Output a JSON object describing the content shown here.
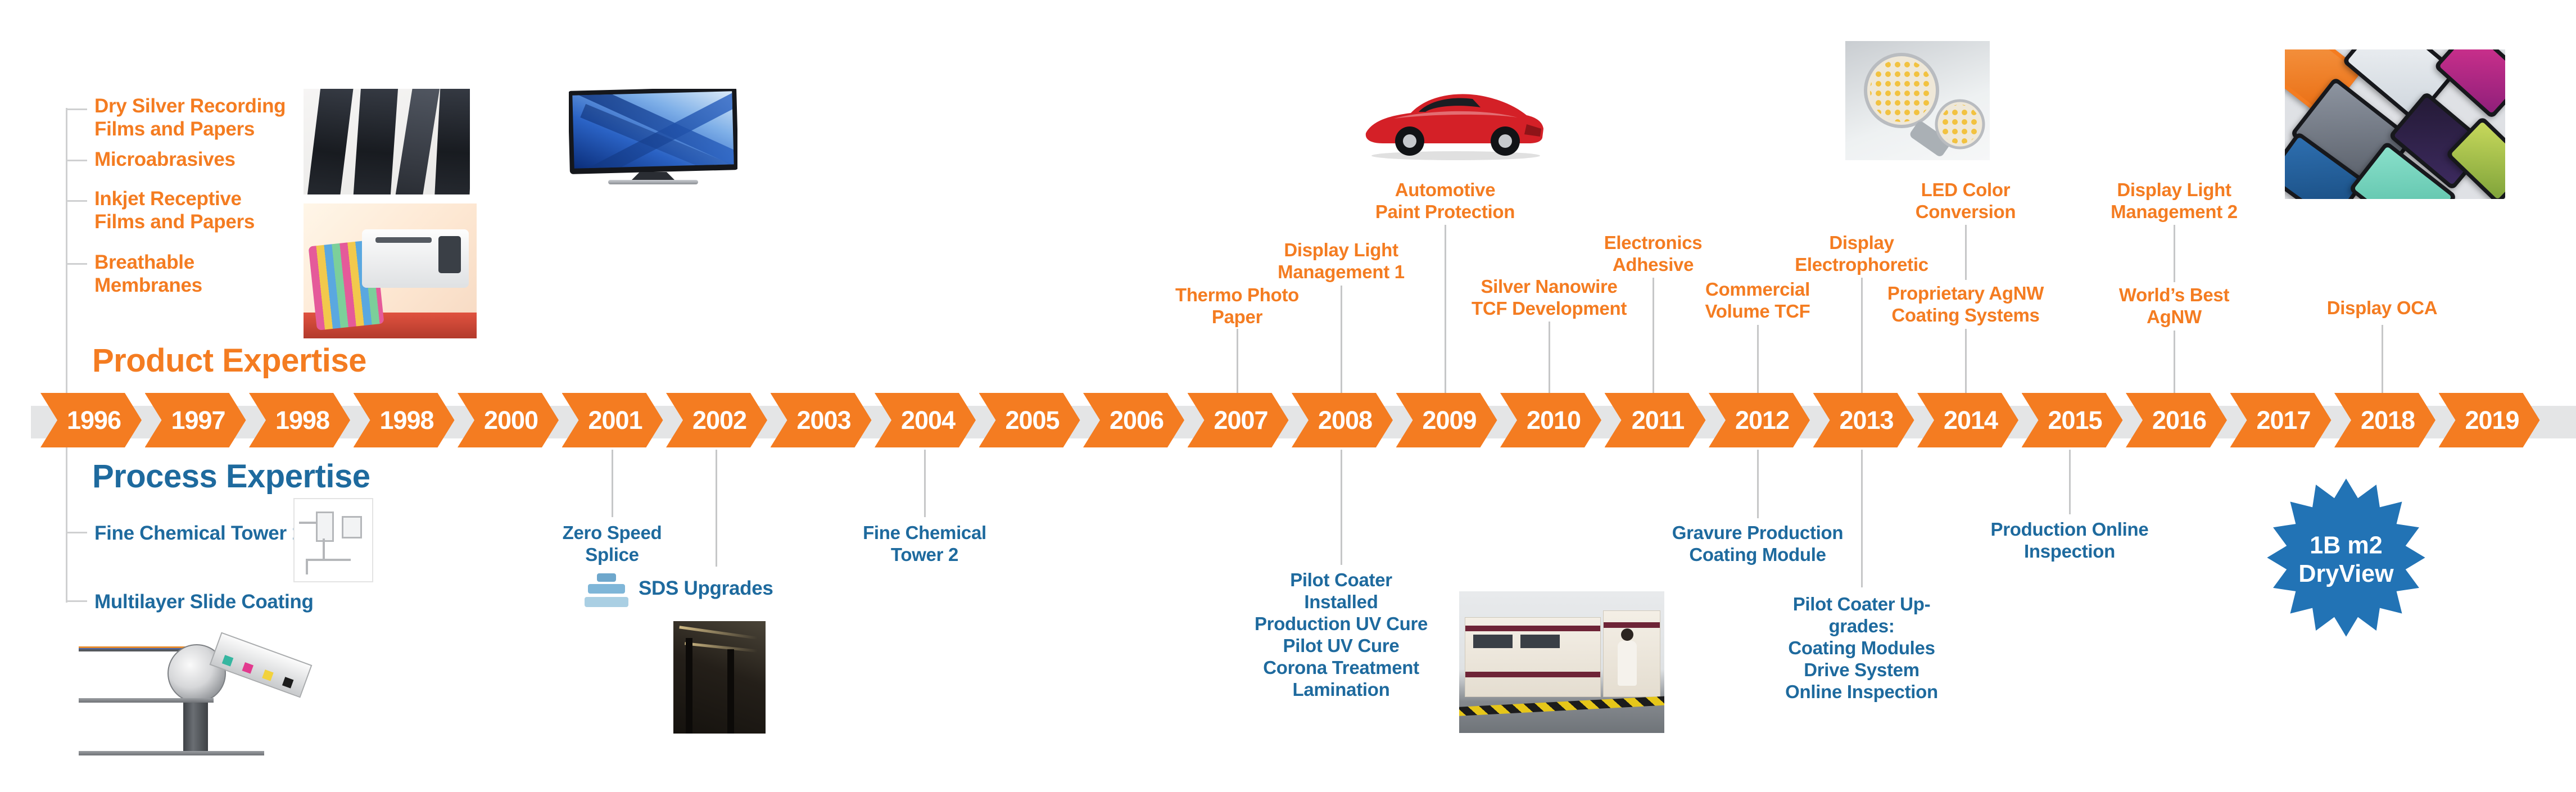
{
  "colors": {
    "orange": "#F47C21",
    "blue": "#1E6A9E",
    "badge_blue": "#2273B5",
    "timeline_gray": "#E4E5E6",
    "connector_gray": "#C6C7C8"
  },
  "timeline": {
    "years": [
      "1996",
      "1997",
      "1998",
      "1998",
      "2000",
      "2001",
      "2002",
      "2003",
      "2004",
      "2005",
      "2006",
      "2007",
      "2008",
      "2009",
      "2010",
      "2011",
      "2012",
      "2013",
      "2014",
      "2015",
      "2016",
      "2017",
      "2018",
      "2019"
    ]
  },
  "product": {
    "heading": "Product Expertise",
    "left_items": [
      {
        "label": "Dry Silver Recording\nFilms and Papers"
      },
      {
        "label": "Microabrasives"
      },
      {
        "label": "Inkjet Receptive\nFilms and Papers"
      },
      {
        "label": "Breathable\nMembranes"
      }
    ],
    "events": [
      {
        "label": "Thermo Photo\nPaper",
        "year": "2007"
      },
      {
        "label": "Display Light\nManagement 1",
        "year": "2008"
      },
      {
        "label": "Automotive\nPaint Protection",
        "year": "2009"
      },
      {
        "label": "Silver Nanowire\nTCF Development",
        "year": "2010"
      },
      {
        "label": "Electronics\nAdhesive",
        "year": "2011"
      },
      {
        "label": "Commercial\nVolume TCF",
        "year": "2012"
      },
      {
        "label": "Display\nElectrophoretic",
        "year": "2013"
      },
      {
        "label": "LED Color\nConversion",
        "year": "2014"
      },
      {
        "label": "Proprietary AgNW\nCoating Systems",
        "year": "2014"
      },
      {
        "label": "Display Light\nManagement 2",
        "year": "2016"
      },
      {
        "label": "World’s Best\nAgNW",
        "year": "2016"
      },
      {
        "label": "Display OCA",
        "year": "2018"
      }
    ]
  },
  "process": {
    "heading": "Process Expertise",
    "left_items": [
      {
        "label": "Fine Chemical Tower 1"
      },
      {
        "label": "Multilayer Slide Coating"
      }
    ],
    "events": [
      {
        "label": "Zero Speed\nSplice",
        "year": "2001"
      },
      {
        "label": "SDS Upgrades",
        "year": "2002"
      },
      {
        "label": "Fine Chemical\nTower 2",
        "year": "2004"
      },
      {
        "label": "Pilot Coater\nInstalled\nProduction UV Cure\nPilot UV Cure\nCorona Treatment\nLamination",
        "year": "2008"
      },
      {
        "label": "Gravure Production\nCoating Module",
        "year": "2012"
      },
      {
        "label": "Pilot Coater Up-\ngrades:\nCoating Modules\nDrive System\nOnline Inspection",
        "year": "2013"
      },
      {
        "label": "Production Online\nInspection",
        "year": "2015"
      }
    ]
  },
  "badge": {
    "line1": "1B m2",
    "line2": "DryView"
  },
  "images": {
    "films_photo": "x-ray-film-sheets-photo",
    "printer_photo": "large-format-inkjet-printer-photo",
    "tv_image": "flat-screen-tv-image",
    "car_image": "red-sports-car-image",
    "led_image": "led-bulbs-image",
    "phones_image": "mobile-devices-collage-photo",
    "tower_schematic": "chemical-tower-schematic",
    "slide_coating_diagram": "multilayer-slide-coating-diagram",
    "sds_icon": "layer-stack-icon",
    "factory_photo": "factory-interior-photo",
    "coater_photo": "pilot-coater-cleanroom-photo"
  }
}
